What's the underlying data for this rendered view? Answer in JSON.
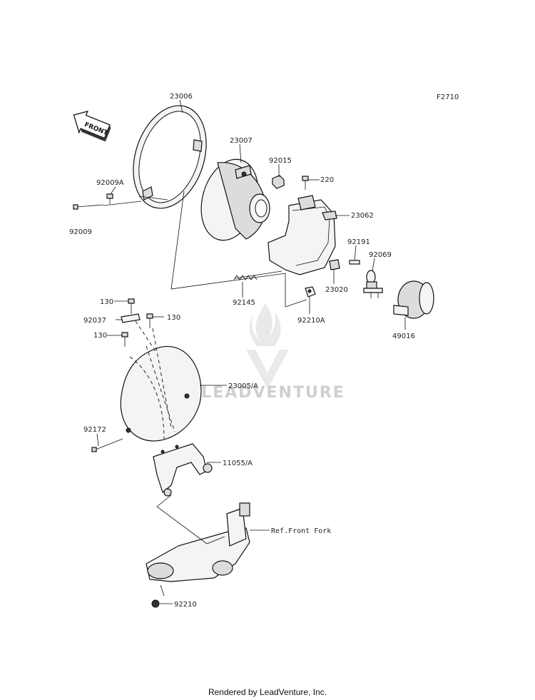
{
  "figure_code": "F2710",
  "front_badge": "FRONT",
  "watermark": "LEADVENTURE",
  "footer": "Rendered by LeadVenture, Inc.",
  "callouts": {
    "c23006": "23006",
    "c23007": "23007",
    "c92015": "92015",
    "c220": "220",
    "c23062": "23062",
    "c92009A": "92009A",
    "c92009": "92009",
    "c92191": "92191",
    "c92069": "92069",
    "c92145": "92145",
    "c23020": "23020",
    "c92210A": "92210A",
    "c49016": "49016",
    "c130a": "130",
    "c92037": "92037",
    "c130b": "130",
    "c130c": "130",
    "c23005A": "23005/A",
    "c92172": "92172",
    "c11055A": "11055/A",
    "cRefFork": "Ref.Front Fork",
    "c92210": "92210"
  }
}
